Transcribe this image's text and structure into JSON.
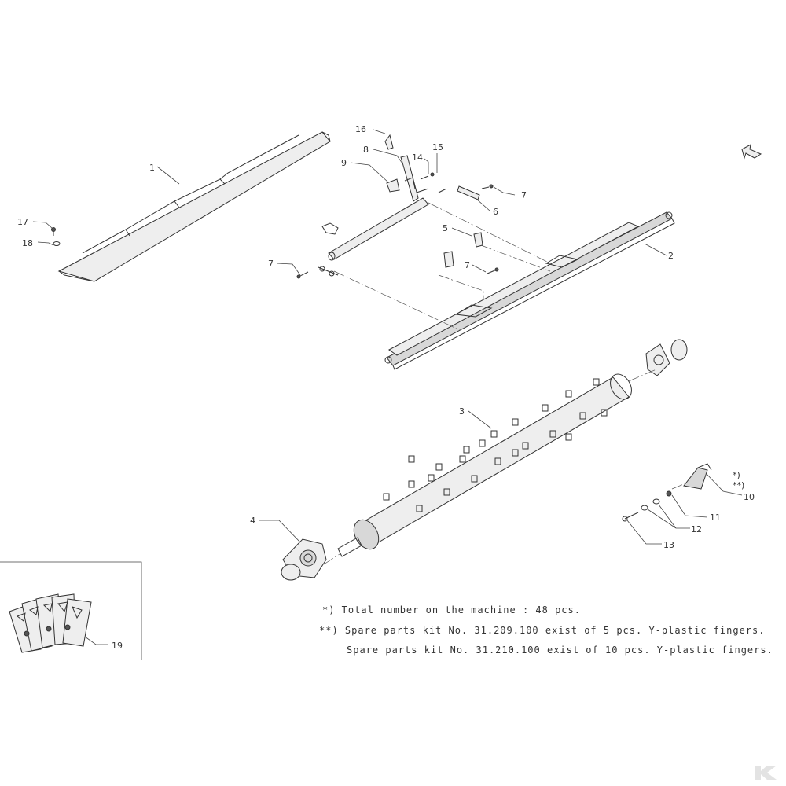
{
  "callouts": {
    "c1": "1",
    "c2": "2",
    "c3": "3",
    "c4": "4",
    "c5": "5",
    "c6": "6",
    "c7a": "7",
    "c7b": "7",
    "c7c": "7",
    "c8": "8",
    "c9": "9",
    "c10": "10",
    "c11": "11",
    "c12": "12",
    "c13": "13",
    "c14": "14",
    "c15": "15",
    "c16": "16",
    "c17": "17",
    "c18": "18",
    "c19": "19",
    "star1": "*)",
    "star2": "**)"
  },
  "notes": {
    "line1": "*) Total number on the machine : 48 pcs.",
    "line2": "**) Spare parts kit No. 31.209.100 exist of 5 pcs. Y-plastic fingers.",
    "line3": "Spare parts kit No. 31.210.100 exist of 10 pcs. Y-plastic fingers."
  },
  "icons": {
    "direction_arrow": "arrow-right-icon",
    "brand_logo": "k-logo-icon",
    "decals": "warning-decal-icon"
  },
  "colors": {
    "line": "#333333",
    "logo": "#e3e3e3"
  }
}
